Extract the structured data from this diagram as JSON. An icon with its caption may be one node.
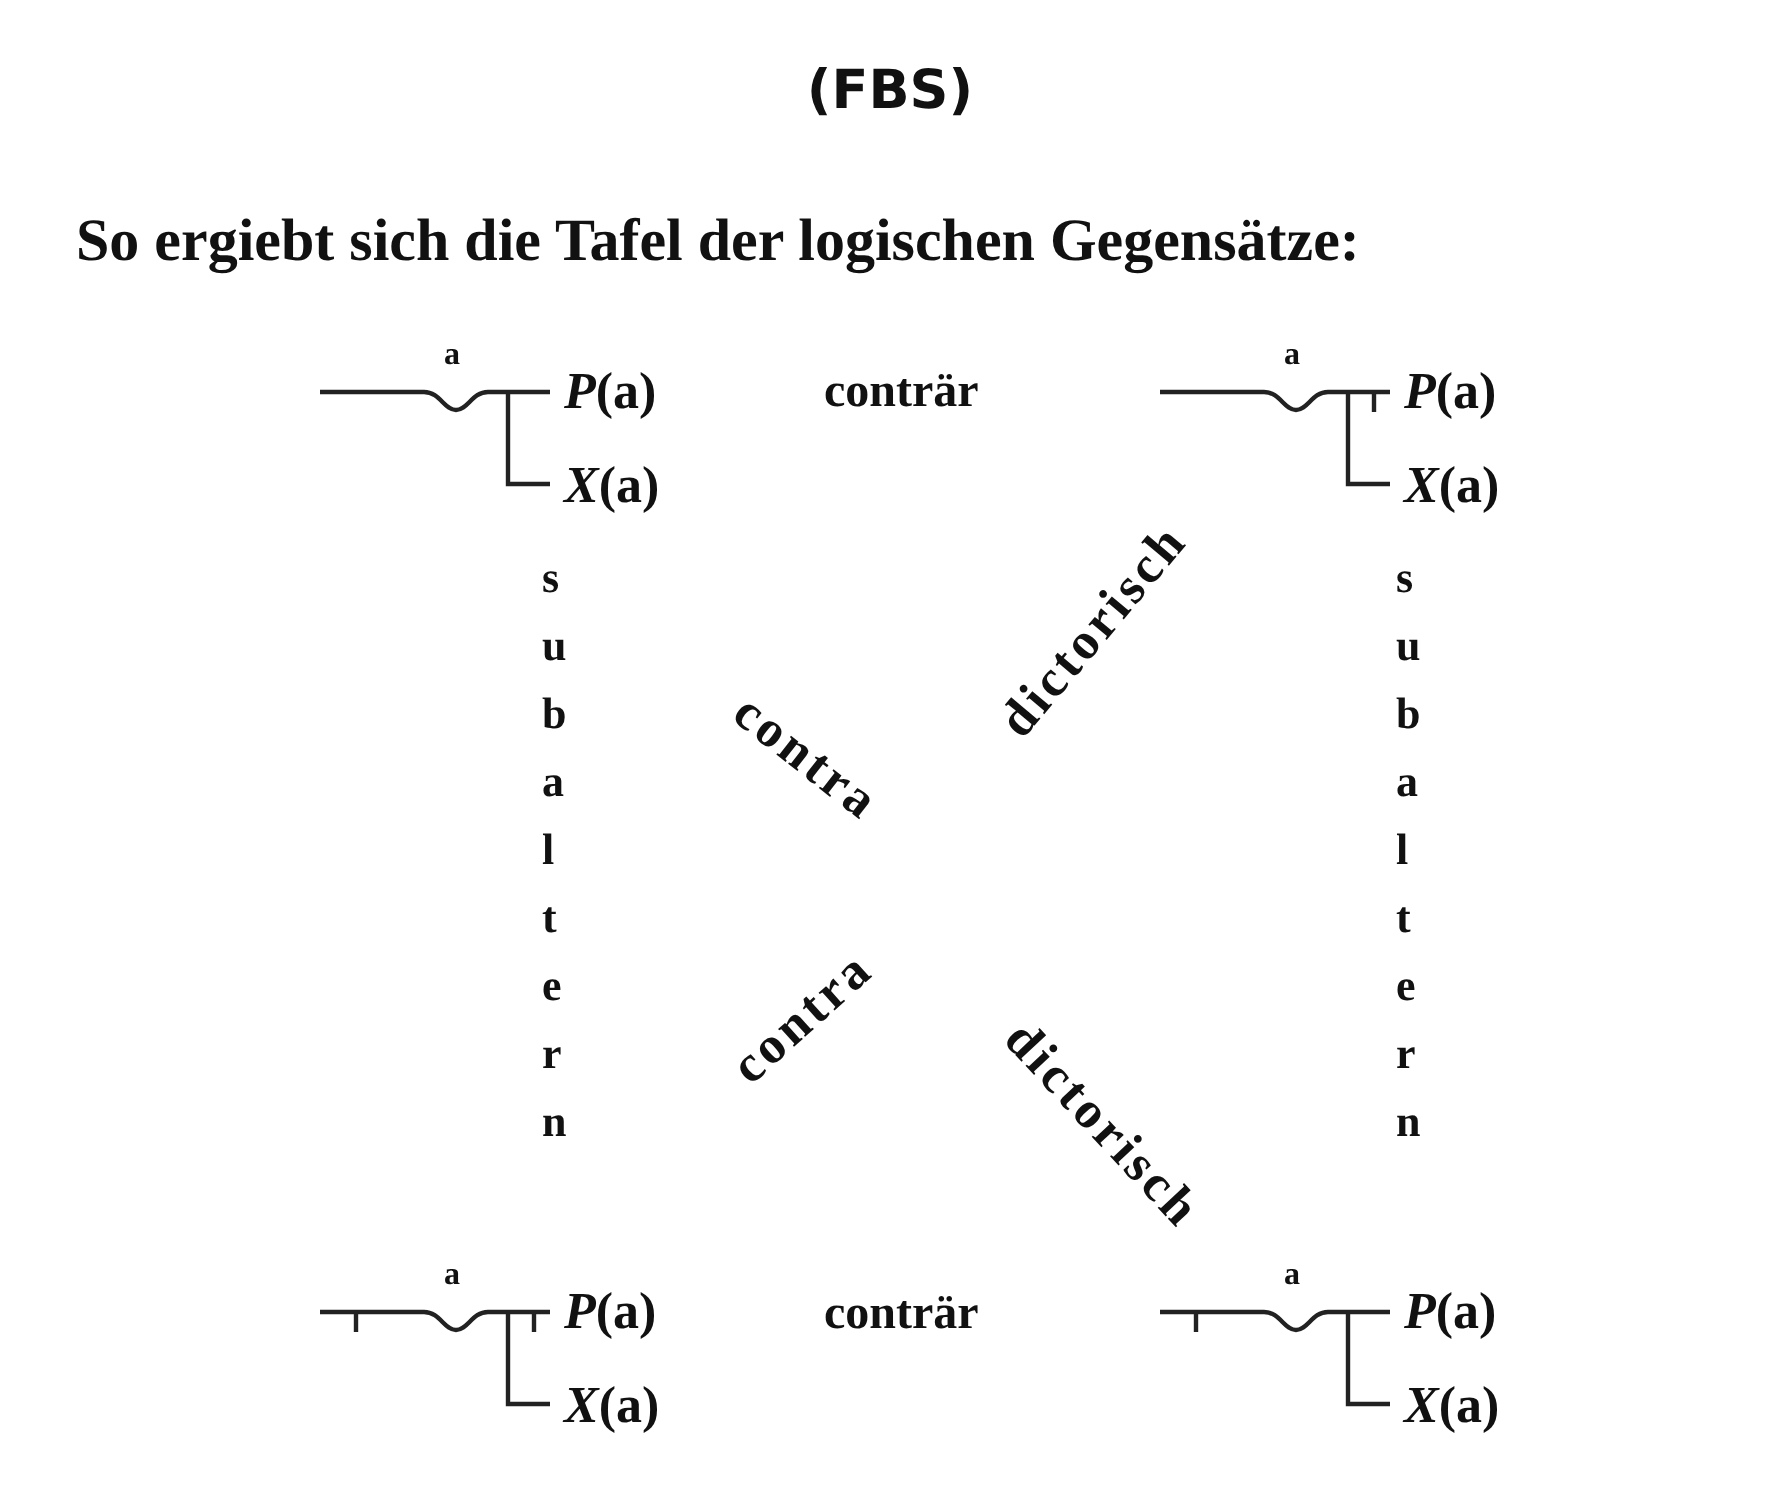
{
  "diagram": {
    "title": "(FBS)",
    "nodes": [
      {
        "text": [
          "a",
          "**P**(a)",
          "**X**(a)"
        ]
      },
      {
        "text": [
          "a",
          "**P**(a)",
          "**X**(a)"
        ]
      },
      {
        "text": [
          "a",
          "**P**(a)",
          "**X**(a)"
        ]
      },
      {
        "text": [
          "a",
          "**P**(a)",
          "**X**(a)"
        ]
      }
    ],
    "edges": [],
    "labels": [
      "So ergiebt sich die Tafel der logischen Gegensätze:",
      "conträr",
      "subaltern",
      "contra",
      "dictorisch",
      "subaltern",
      "contra",
      "dictorisch",
      "conträr"
    ]
  }
}
